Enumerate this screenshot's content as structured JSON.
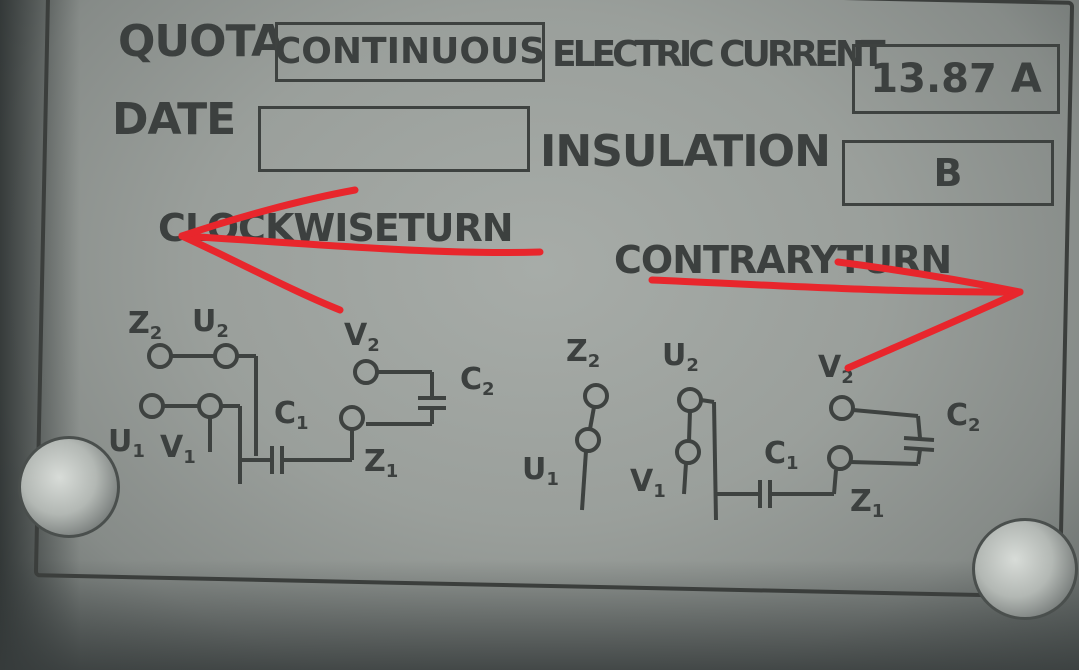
{
  "plate": {
    "quota_label": "QUOTA",
    "quota_value": "CONTINUOUS",
    "current_label": "ELECTRIC CURRENT",
    "current_value": "13.87 A",
    "date_label": "DATE",
    "date_value": "",
    "insulation_label": "INSULATION",
    "insulation_value": "B",
    "clockwise_label": "CLOCKWISETURN",
    "contrary_label": "CONTRARYTURN"
  },
  "diagram_left": {
    "z2": "Z",
    "z2_sub": "2",
    "u2": "U",
    "u2_sub": "2",
    "v2": "V",
    "v2_sub": "2",
    "c2": "C",
    "c2_sub": "2",
    "c1": "C",
    "c1_sub": "1",
    "z1": "Z",
    "z1_sub": "1",
    "u1": "U",
    "u1_sub": "1",
    "v1": "V",
    "v1_sub": "1"
  },
  "diagram_right": {
    "z2": "Z",
    "z2_sub": "2",
    "u2": "U",
    "u2_sub": "2",
    "v2": "V",
    "v2_sub": "2",
    "c2": "C",
    "c2_sub": "2",
    "c1": "C",
    "c1_sub": "1",
    "z1": "Z",
    "z1_sub": "1",
    "u1": "U",
    "u1_sub": "1",
    "v1": "V",
    "v1_sub": "1"
  },
  "colors": {
    "annotation_red": "#e8262c",
    "ink": "#3c403f",
    "metal": "#9a9f9b"
  }
}
